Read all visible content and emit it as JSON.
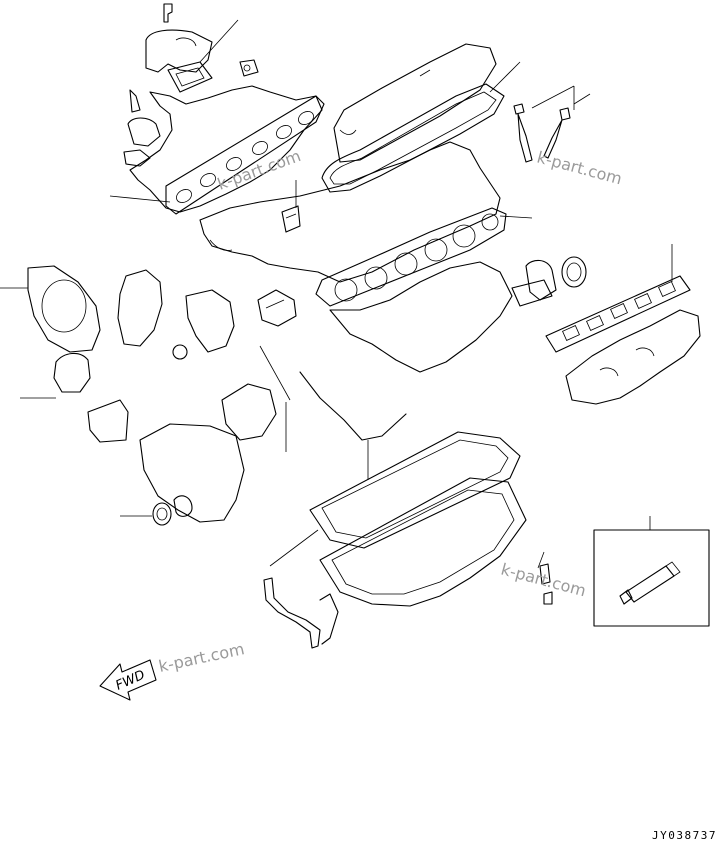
{
  "figure_id": "JY038737",
  "direction_arrow_label": "FWD",
  "watermark_text": "k-part.com",
  "colors": {
    "line": "#000000",
    "watermark": "#9a9a9a",
    "background": "#ffffff"
  }
}
